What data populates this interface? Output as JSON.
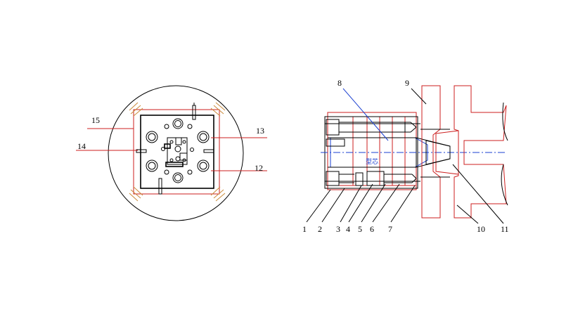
{
  "end_view": {
    "callouts": [
      {
        "id": "15",
        "label": "15"
      },
      {
        "id": "14",
        "label": "14"
      },
      {
        "id": "13",
        "label": "13"
      },
      {
        "id": "12",
        "label": "12"
      }
    ]
  },
  "section_view": {
    "core_text": "型芯",
    "callouts_top": [
      {
        "id": "8",
        "label": "8"
      },
      {
        "id": "9",
        "label": "9"
      }
    ],
    "callouts_bottom": [
      {
        "id": "1",
        "label": "1"
      },
      {
        "id": "2",
        "label": "2"
      },
      {
        "id": "3",
        "label": "3"
      },
      {
        "id": "4",
        "label": "4"
      },
      {
        "id": "5",
        "label": "5"
      },
      {
        "id": "6",
        "label": "6"
      },
      {
        "id": "7",
        "label": "7"
      },
      {
        "id": "10",
        "label": "10"
      },
      {
        "id": "11",
        "label": "11"
      }
    ]
  },
  "colors": {
    "outline": "#000000",
    "section": "#cc1f1f",
    "center_line": "#1a3fd0",
    "accent": "#c98a3a"
  }
}
